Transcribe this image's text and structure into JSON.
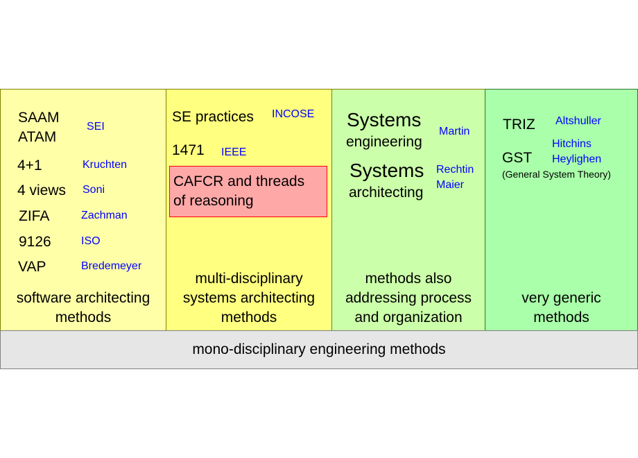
{
  "columns": [
    {
      "items": [
        {
          "method": "SAAM",
          "method2": "ATAM",
          "source": "SEI"
        },
        {
          "method": "4+1",
          "source": "Kruchten"
        },
        {
          "method": "4 views",
          "source": "Soni"
        },
        {
          "method": "ZIFA",
          "source": "Zachman"
        },
        {
          "method": "9126",
          "source": "ISO"
        },
        {
          "method": "VAP",
          "source": "Bredemeyer"
        }
      ],
      "caption": [
        "software architecting",
        "methods"
      ]
    },
    {
      "items": [
        {
          "method": "SE practices",
          "source": "INCOSE"
        },
        {
          "method": "1471",
          "source": "IEEE"
        }
      ],
      "highlight": [
        "CAFCR and threads",
        "of reasoning"
      ],
      "caption": [
        "multi-disciplinary",
        "systems architecting",
        "methods"
      ]
    },
    {
      "items": [
        {
          "method": "Systems",
          "method2": "engineering",
          "source": "Martin"
        },
        {
          "method": "Systems",
          "method2": "architecting",
          "source": "Rechtin",
          "source2": "Maier"
        }
      ],
      "caption": [
        "methods also",
        "addressing process",
        "and organization"
      ]
    },
    {
      "items": [
        {
          "method": "TRIZ",
          "source": "Altshuller"
        },
        {
          "method": "GST",
          "source": "Hitchins",
          "source2": "Heylighen",
          "note": "(General System Theory)"
        }
      ],
      "caption": [
        "very generic",
        "methods"
      ]
    }
  ],
  "foundation": "mono-disciplinary engineering methods",
  "colors": {
    "software": "#ffffa8",
    "multi": "#ffff80",
    "process": "#ccffaa",
    "generic": "#aaffaa",
    "foundation": "#e6e6e6",
    "highlight": "#ffa8a8",
    "source_text": "#0000ff"
  }
}
